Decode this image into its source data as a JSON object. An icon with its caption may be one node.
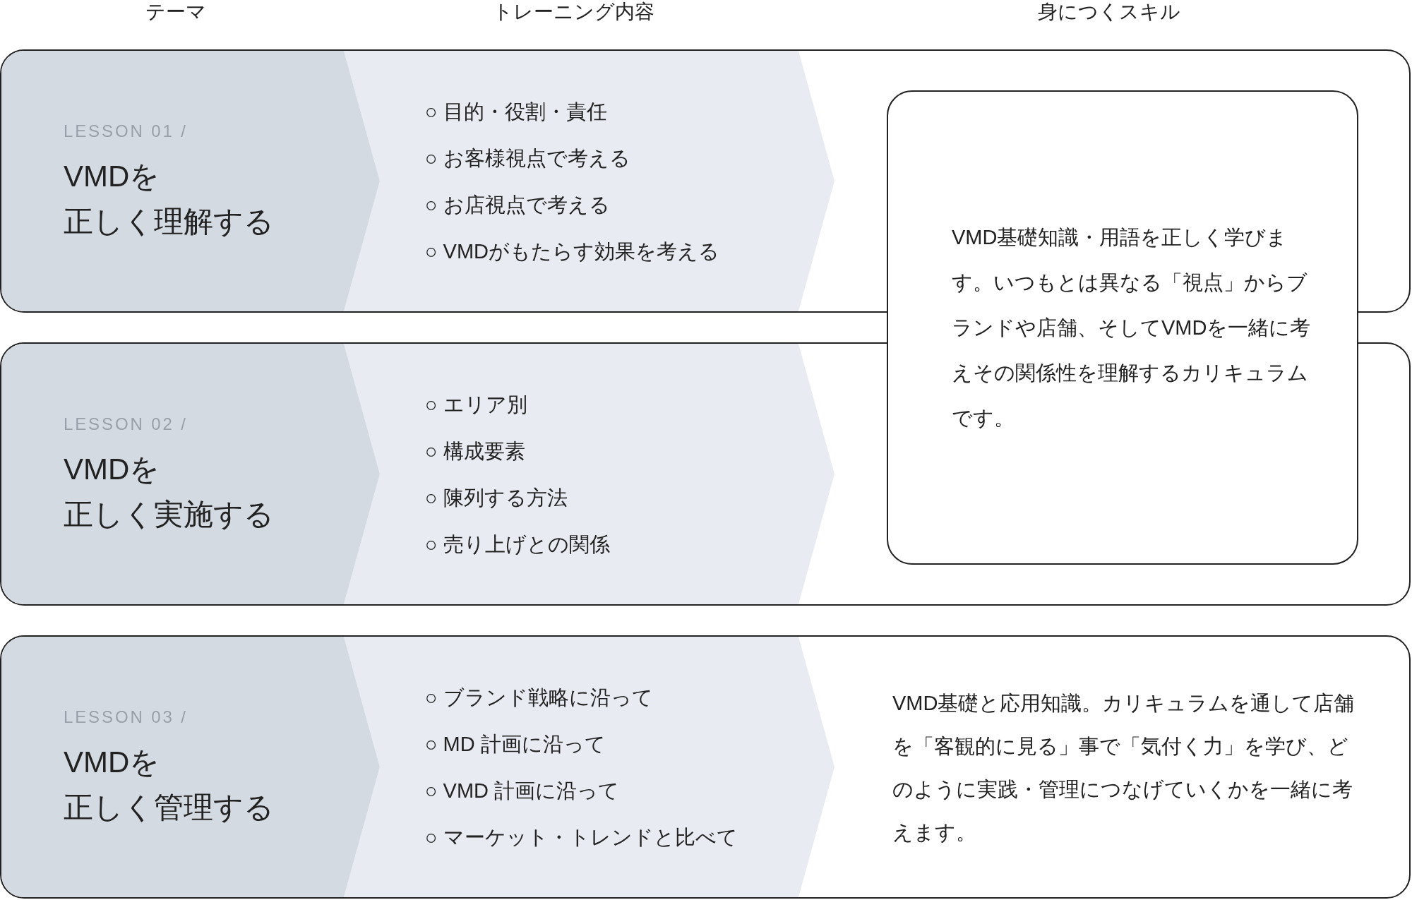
{
  "diagram": {
    "nodes": [
      {
        "text": [],
        "shape": "box"
      },
      {
        "text": [
          "LESSON 01 /",
          "VMDを",
          "正しく理解する"
        ],
        "in": 0
      },
      {
        "text": [
          "○ 目的・役割・責任",
          "○ お客様視点で考える",
          "○ お店視点で考える",
          "○ VMDがもたらす効果を考える"
        ],
        "in": 0
      },
      {
        "text": [],
        "shape": "box"
      },
      {
        "text": [
          "LESSON 02 /",
          "VMDを",
          "正しく実施する"
        ],
        "in": 3
      },
      {
        "text": [
          "○ エリア別",
          "○ 構成要素",
          "○ 陳列する方法",
          "○ 売り上げとの関係"
        ],
        "in": 3
      },
      {
        "text": [
          "VMD基礎知識・用語を正しく学びます。いつもとは異なる「視点」からブランドや店舗、そしてVMDを一緒に考えその関係性を理解するカリキュラムです。"
        ]
      },
      {
        "text": [],
        "shape": "box"
      },
      {
        "text": [
          "LESSON 03 /",
          "VMDを",
          "正しく管理する"
        ],
        "in": 7
      },
      {
        "text": [
          "○ ブランド戦略に沿って",
          "○ MD 計画に沿って",
          "○ VMD 計画に沿って",
          "○ マーケット・トレンドと比べて"
        ],
        "in": 7
      }
    ],
    "edges": [],
    "labels": [
      "テーマ",
      "トレーニング内容",
      "身につくスキル",
      "VMD基礎と応用知識。カリキュラムを通して店舗を「客観的に見る」事で「気付く力」を学び、どのように実践・管理につなげていくかを一緒に考えます。"
    ]
  }
}
